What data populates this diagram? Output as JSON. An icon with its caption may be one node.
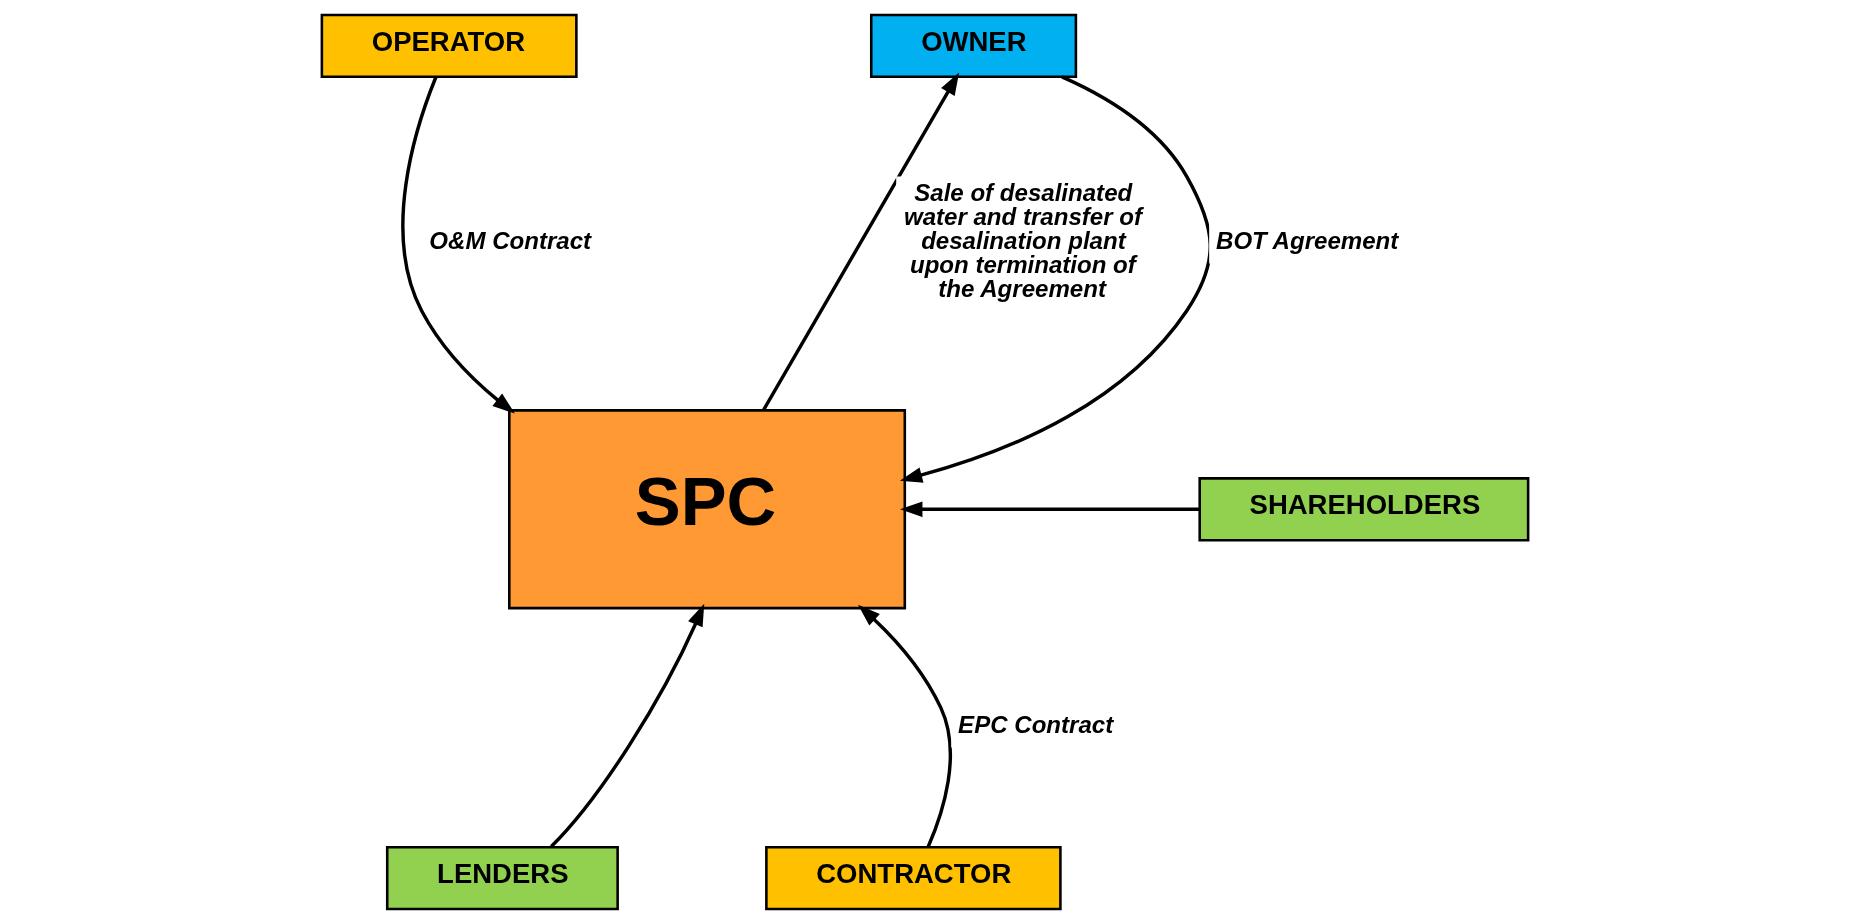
{
  "diagram": {
    "nodes": [
      {
        "text": [
          "OWNER"
        ]
      },
      {
        "text": [
          "OPERATOR"
        ]
      },
      {
        "text": [
          "SPC"
        ]
      },
      {
        "text": [
          "SHAREHOLDERS"
        ]
      },
      {
        "text": [
          "CONTRACTOR"
        ]
      },
      {
        "text": [
          "LENDERS"
        ]
      }
    ],
    "edges": [
      {
        "from": 0,
        "to": 2,
        "arrow": "to",
        "label": "BOT Agreement"
      },
      {
        "from": 2,
        "to": 0,
        "arrow": "to",
        "label": "Sale of desalinated water and transfer of desalination plant upon termination of the Agreement"
      },
      {
        "from": 1,
        "to": 2,
        "arrow": "to",
        "label": "O&M Contract"
      },
      {
        "from": 3,
        "to": 2,
        "arrow": "to"
      },
      {
        "from": 4,
        "to": 2,
        "arrow": "to",
        "label": "EPC Contract"
      },
      {
        "from": 5,
        "to": 2,
        "arrow": "to"
      }
    ]
  }
}
